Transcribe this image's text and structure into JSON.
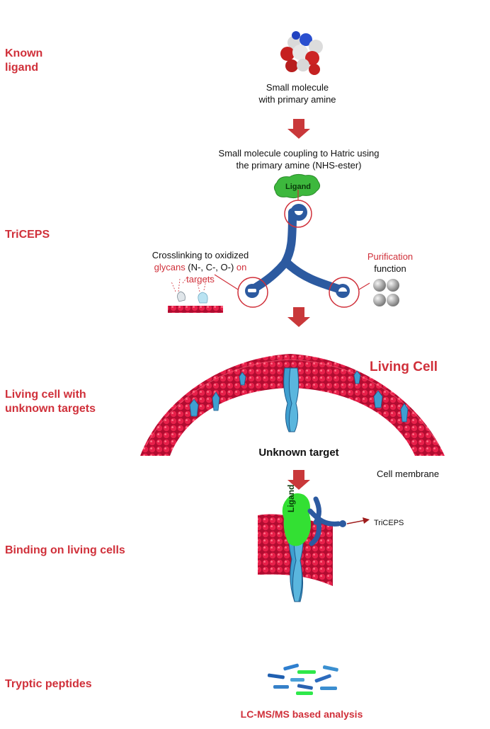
{
  "stages": {
    "known_ligand": "Known\nligand",
    "triceps": "TriCEPS",
    "living_cell": "Living cell with\nunknown targets",
    "binding": "Binding on living cells",
    "tryptic": "Tryptic peptides"
  },
  "captions": {
    "small_molecule": "Small molecule\nwith primary amine",
    "coupling": "Small molecule coupling to Hatric using\nthe primary amine (NHS-ester)",
    "ligand_blob": "Ligand",
    "crosslink_line1": "Crosslinking to oxidized",
    "crosslink_glycans": "glycans",
    "crosslink_mid": " (N-, C-, O-) ",
    "crosslink_targets": "on targets",
    "purification": "Purification",
    "function": "function",
    "living_cell_title": "Living Cell",
    "unknown_target": "Unknown target",
    "cell_membrane": "Cell membrane",
    "ligand_vertical": "Ligand",
    "triceps_arrow": "TriCEPS",
    "lcms": "LC-MS/MS based analysis"
  },
  "colors": {
    "stage_red": "#d0303a",
    "arrow_red": "#c9383a",
    "triceps_blue": "#2c5aa0",
    "ligand_green": "#3db83d",
    "membrane_red": "#c8103a",
    "receptor_blue": "#3f9fd0"
  }
}
